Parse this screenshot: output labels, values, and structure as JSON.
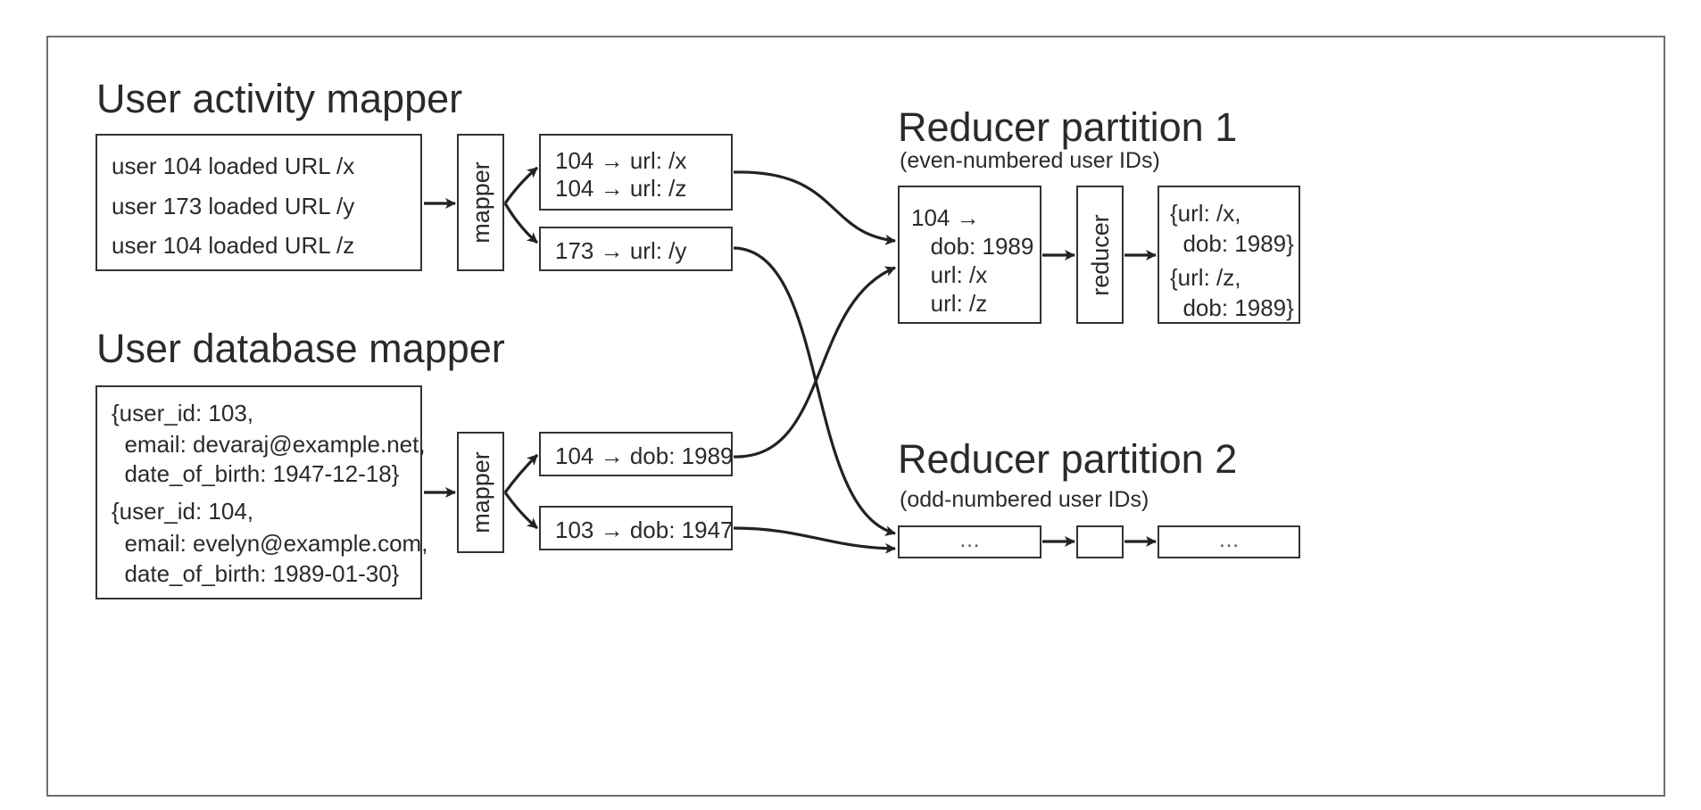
{
  "headings": {
    "activity": "User activity mapper",
    "database": "User database mapper",
    "partition1": "Reducer partition 1",
    "partition1_sub": "(even-numbered user IDs)",
    "partition2": "Reducer partition 2",
    "partition2_sub": "(odd-numbered user IDs)"
  },
  "activity_input": [
    "user 104 loaded URL /x",
    "user 173 loaded URL /y",
    "user 104 loaded URL /z"
  ],
  "database_input": [
    "{user_id: 103,",
    "  email: devaraj@example.net,",
    "  date_of_birth: 1947-12-18}",
    "{user_id: 104,",
    "  email: evelyn@example.com,",
    "  date_of_birth: 1989-01-30}"
  ],
  "mapper_label": "mapper",
  "reducer_label": "reducer",
  "activity_outputs": {
    "even": [
      "104 → url: /x",
      "104 → url: /z"
    ],
    "odd": [
      "173 → url: /y"
    ]
  },
  "database_outputs": {
    "even": [
      "104 → dob: 1989"
    ],
    "odd": [
      "103 → dob: 1947"
    ]
  },
  "reducer1_input": [
    "104 →",
    "   dob: 1989",
    "   url: /x",
    "   url: /z"
  ],
  "reducer1_output": [
    "{url: /x,",
    "  dob: 1989}",
    "{url: /z,",
    "  dob: 1989}"
  ],
  "reducer2_input": "…",
  "reducer2_output": "…"
}
